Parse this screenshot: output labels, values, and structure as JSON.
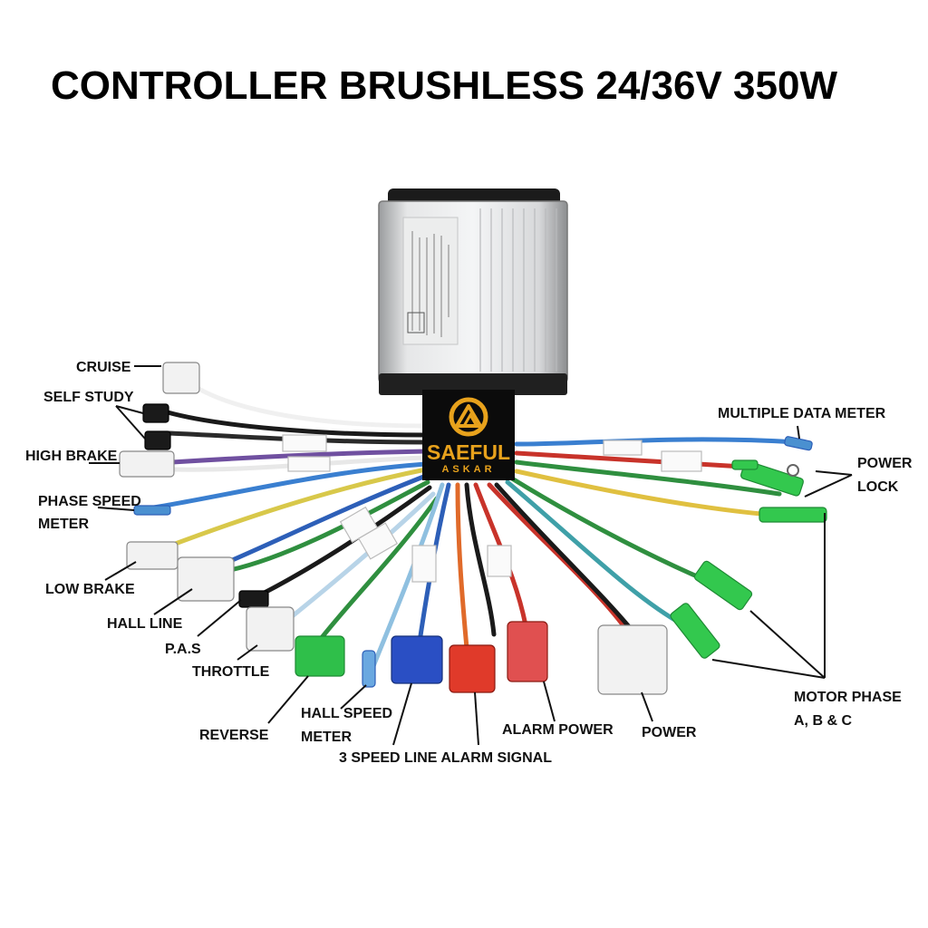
{
  "title": "CONTROLLER BRUSHLESS 24/36V 350W",
  "logo": {
    "brand": "SAEFUL",
    "sub": "ASKAR",
    "color": "#e8a21c"
  },
  "labels": {
    "cruise": "CRUISE",
    "self_study": "SELF STUDY",
    "high_brake": "HIGH BRAKE",
    "phase_speed_meter_1": "PHASE SPEED",
    "phase_speed_meter_2": "METER",
    "low_brake": "LOW BRAKE",
    "hall_line": "HALL LINE",
    "pas": "P.A.S",
    "throttle": "THROTTLE",
    "reverse": "REVERSE",
    "hall_speed_meter_1": "HALL SPEED",
    "hall_speed_meter_2": "METER",
    "three_speed_alarm_signal": "3 SPEED LINE ALARM SIGNAL",
    "alarm_power": "ALARM POWER",
    "power": "POWER",
    "motor_phase_1": "MOTOR PHASE",
    "motor_phase_2": "A, B & C",
    "multiple_data_meter": "MULTIPLE DATA METER",
    "power_lock_1": "POWER",
    "power_lock_2": "LOCK"
  },
  "colors": {
    "connector_white": "#f2f2f2",
    "connector_green": "#2fbf4a",
    "connector_blue": "#2a4fc4",
    "connector_red": "#e03a2a",
    "wire_red": "#c8332a",
    "wire_blue": "#2d5fb8",
    "wire_green": "#2f8f3f",
    "wire_yellow": "#e0c040",
    "wire_black": "#1a1a1a"
  }
}
